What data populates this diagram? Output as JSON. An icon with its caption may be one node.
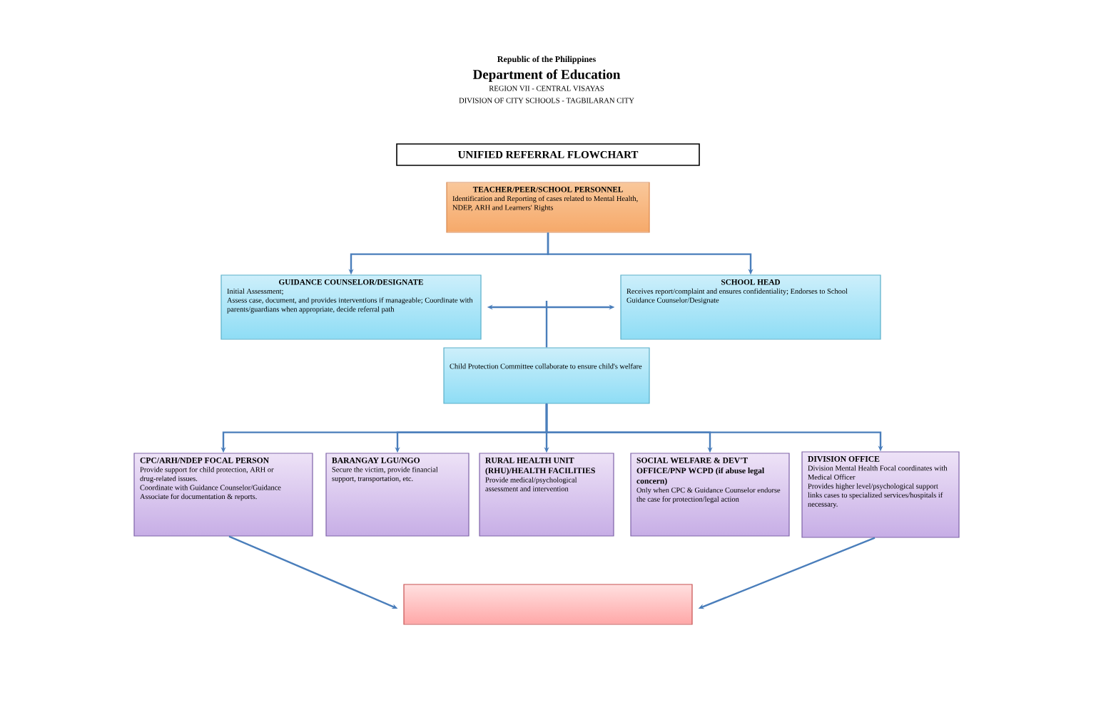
{
  "diagram": {
    "title": "UNIFIED REFERRAL FLOWCHART",
    "nodes": [
      {
        "text": [
          "TEACHER/PEER/SCHOOL PERSONNEL",
          "Identification and Reporting of cases related to Mental Health, NDEP, ARH and Learners' Rights"
        ]
      },
      {
        "text": [
          "GUIDANCE COUNSELOR/DESIGNATE",
          "Initial Assessment;",
          "Assess case, document, and provides interventions if manageable; Coordinate with parents/guardians when appropriate, decide referral path"
        ]
      },
      {
        "text": [
          "SCHOOL HEAD",
          "Receives report/complaint and ensures confidentiality; Endorses to School Guidance Counselor/Designate"
        ]
      },
      {
        "text": [
          "Child Protection Committee collaborate to ensure child's welfare"
        ]
      },
      {
        "text": [
          "CPC/ARH/NDEP FOCAL PERSON",
          "Provide support for child protection, ARH or drug-related issues.",
          "Coordinate with Guidance Counselor/Guidance Associate for documentation & reports."
        ]
      },
      {
        "text": [
          "BARANGAY LGU/NGO",
          "Secure the victim, provide financial support, transportation, etc."
        ]
      },
      {
        "text": [
          "RURAL HEALTH UNIT (RHU)/HEALTH FACILITIES",
          "Provide medical/psychological assessment and intervention"
        ]
      },
      {
        "text": [
          "SOCIAL WELFARE & DEV'T OFFICE/PNP WCPD (if abuse legal concern)",
          "Only when CPC & Guidance Counselor endorse the case for protection/legal action"
        ]
      },
      {
        "text": [
          "DIVISION OFFICE",
          "Division Mental Health Focal coordinates with Medical Officer",
          "Provides higher level/psychological support links cases to specialized services/hospitals if necessary."
        ]
      },
      {
        "text": [],
        "shape": "box"
      }
    ],
    "edges": [
      {
        "from": 0,
        "to": 1,
        "arrow": "to"
      },
      {
        "from": 0,
        "to": 2,
        "arrow": "to"
      },
      {
        "from": 1,
        "to": 2,
        "arrow": "both"
      },
      {
        "from": null,
        "to": 3,
        "arrow": "none"
      },
      {
        "from": 3,
        "to": 4,
        "arrow": "to"
      },
      {
        "from": 3,
        "to": 5,
        "arrow": "to"
      },
      {
        "from": 3,
        "to": 6,
        "arrow": "to"
      },
      {
        "from": 3,
        "to": 7,
        "arrow": "to"
      },
      {
        "from": 3,
        "to": 8,
        "arrow": "to"
      },
      {
        "from": 4,
        "to": 9,
        "arrow": "to"
      },
      {
        "from": 8,
        "to": 9,
        "arrow": "to"
      }
    ],
    "labels": [
      "Republic of the Philippines",
      "Department of Education",
      "REGION VII - CENTRAL VISAYAS",
      "DIVISION OF CITY SCHOOLS - TAGBILARAN CITY"
    ]
  }
}
